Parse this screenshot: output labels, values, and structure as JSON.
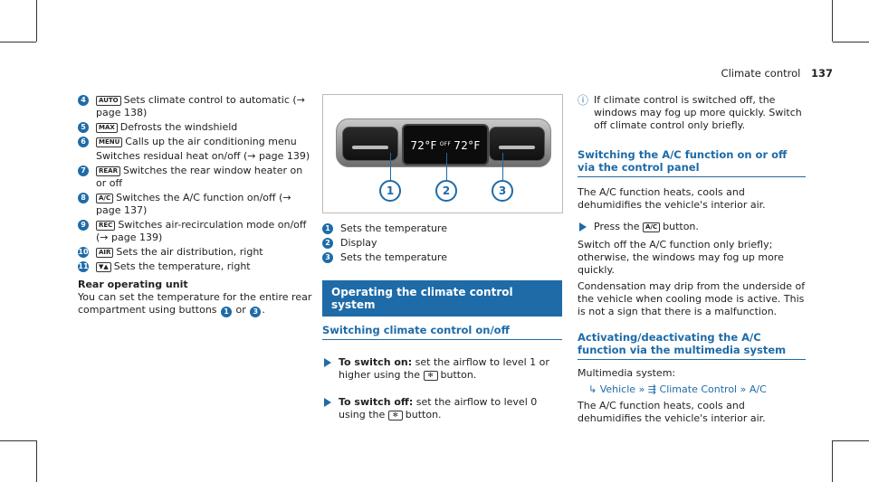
{
  "header": {
    "title": "Climate control",
    "page": "137"
  },
  "left": {
    "items": [
      {
        "n": "4",
        "icon": "AUTO",
        "text": "Sets climate control to automatic (→ page 138)"
      },
      {
        "n": "5",
        "icon": "MAX",
        "text": "Defrosts the windshield"
      },
      {
        "n": "6",
        "icon": "MENU",
        "text": "Calls up the air conditioning menu"
      },
      {
        "n": "",
        "icon": "",
        "text": "Switches residual heat on/off (→ page 139)"
      },
      {
        "n": "7",
        "icon": "REAR",
        "text": "Switches the rear window heater on or off"
      },
      {
        "n": "8",
        "icon": "A/C",
        "text": "Switches the A/C function on/off (→ page 137)"
      },
      {
        "n": "9",
        "icon": "REC",
        "text": "Switches air-recirculation mode on/off (→ page 139)"
      },
      {
        "n": "10",
        "icon": "AIR",
        "text": "Sets the air distribution, right"
      },
      {
        "n": "11",
        "icon": "▼▲",
        "text": "Sets the temperature, right"
      }
    ],
    "rear_heading": "Rear operating unit",
    "rear_text_a": "You can set the temperature for the entire rear compartment using buttons",
    "rear_n1": "1",
    "rear_or": "or",
    "rear_n3": "3",
    "rear_end": "."
  },
  "figure": {
    "display_left": "72°F",
    "display_off": "OFF",
    "display_right": "72°F",
    "callouts": [
      "1",
      "2",
      "3"
    ]
  },
  "middle": {
    "legend": [
      {
        "n": "1",
        "text": "Sets the temperature"
      },
      {
        "n": "2",
        "text": "Display"
      },
      {
        "n": "3",
        "text": "Sets the temperature"
      }
    ],
    "section_title": "Operating the climate control system",
    "sub_title": "Switching climate control on/off",
    "step1_label": "To switch on:",
    "step1_text": "set the airflow to level 1 or higher using the",
    "step1_end": "button.",
    "step2_label": "To switch off:",
    "step2_text": "set the airflow to level 0 using the",
    "step2_end": "button."
  },
  "right": {
    "note": "If climate control is switched off, the windows may fog up more quickly. Switch off climate control only briefly.",
    "h1": "Switching the A/C function on or off via the control panel",
    "p1": "The A/C function heats, cools and dehumidifies the vehicle's interior air.",
    "press": "Press the",
    "press_key": "A/C",
    "press_end": "button.",
    "p2": "Switch off the A/C function only briefly; otherwise, the windows may fog up more quickly.",
    "p3": "Condensation may drip from the underside of the vehicle when cooling mode is active. This is not a sign that there is a malfunction.",
    "h2": "Activating/deactivating the A/C function via the multimedia system",
    "ms_label": "Multimedia system:",
    "menu": [
      "Vehicle",
      "Climate Control",
      "A/C"
    ],
    "p4": "The A/C function heats, cools and dehumidifies the vehicle's interior air."
  },
  "colors": {
    "accent": "#1e6ba8"
  }
}
